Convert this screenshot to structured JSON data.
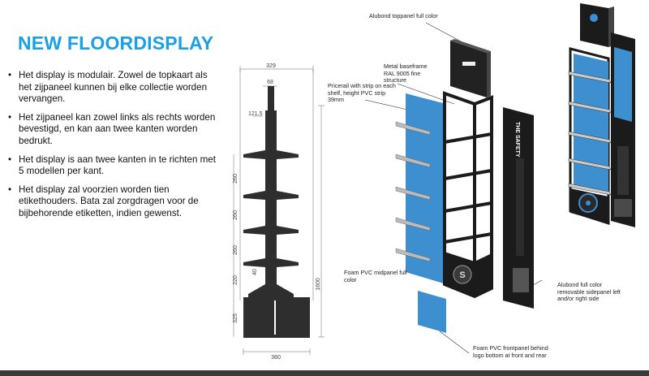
{
  "title": "NEW FLOORDISPLAY",
  "bullets": [
    "Het display is modulair. Zowel de topkaart als het zijpaneel kunnen bij elke collectie worden vervangen.",
    "Het zijpaneel kan zowel links als rechts worden bevestigd, en kan aan twee kanten worden bedrukt.",
    "Het display is aan twee kanten in te richten met 5 modellen per kant.",
    "Het display zal voorzien worden tien etikethouders. Bata zal zorgdragen voor de bijbehorende etiketten, indien gewenst."
  ],
  "bullet_symbol": "•",
  "drawing": {
    "dim_width_top": "329",
    "dim_inner": "68",
    "dim_offset": "121.5",
    "dim_height": "1600",
    "dim_base": "380",
    "dim_shelf1": "260",
    "dim_shelf2": "260",
    "dim_shelf3": "260",
    "dim_shelf4": "220",
    "dim_shelf5": "325",
    "dim_small": "40"
  },
  "labels": {
    "toppanel": "Alubond toppanel full color",
    "baseframe": "Metal baseframe RAL 9005 fine structure",
    "pricerail": "Pricerail with strip on each shelf, height PVC strip 39mm",
    "midpanel": "Foam PVC midpanel full color",
    "sidepanel": "Alubond full color removable sidepanel left and/or right side",
    "frontpanel": "Foam PVC frontpanel behind logo bottom at front and rear"
  },
  "branding": {
    "brand_text": "THE SAFETY SHOE",
    "brand_mark": "S"
  },
  "colors": {
    "title": "#1aa0e6",
    "panel_blue": "#3d8fd0",
    "frame_black": "#1b1b1b",
    "drawing_dark": "#2e2e2e"
  }
}
